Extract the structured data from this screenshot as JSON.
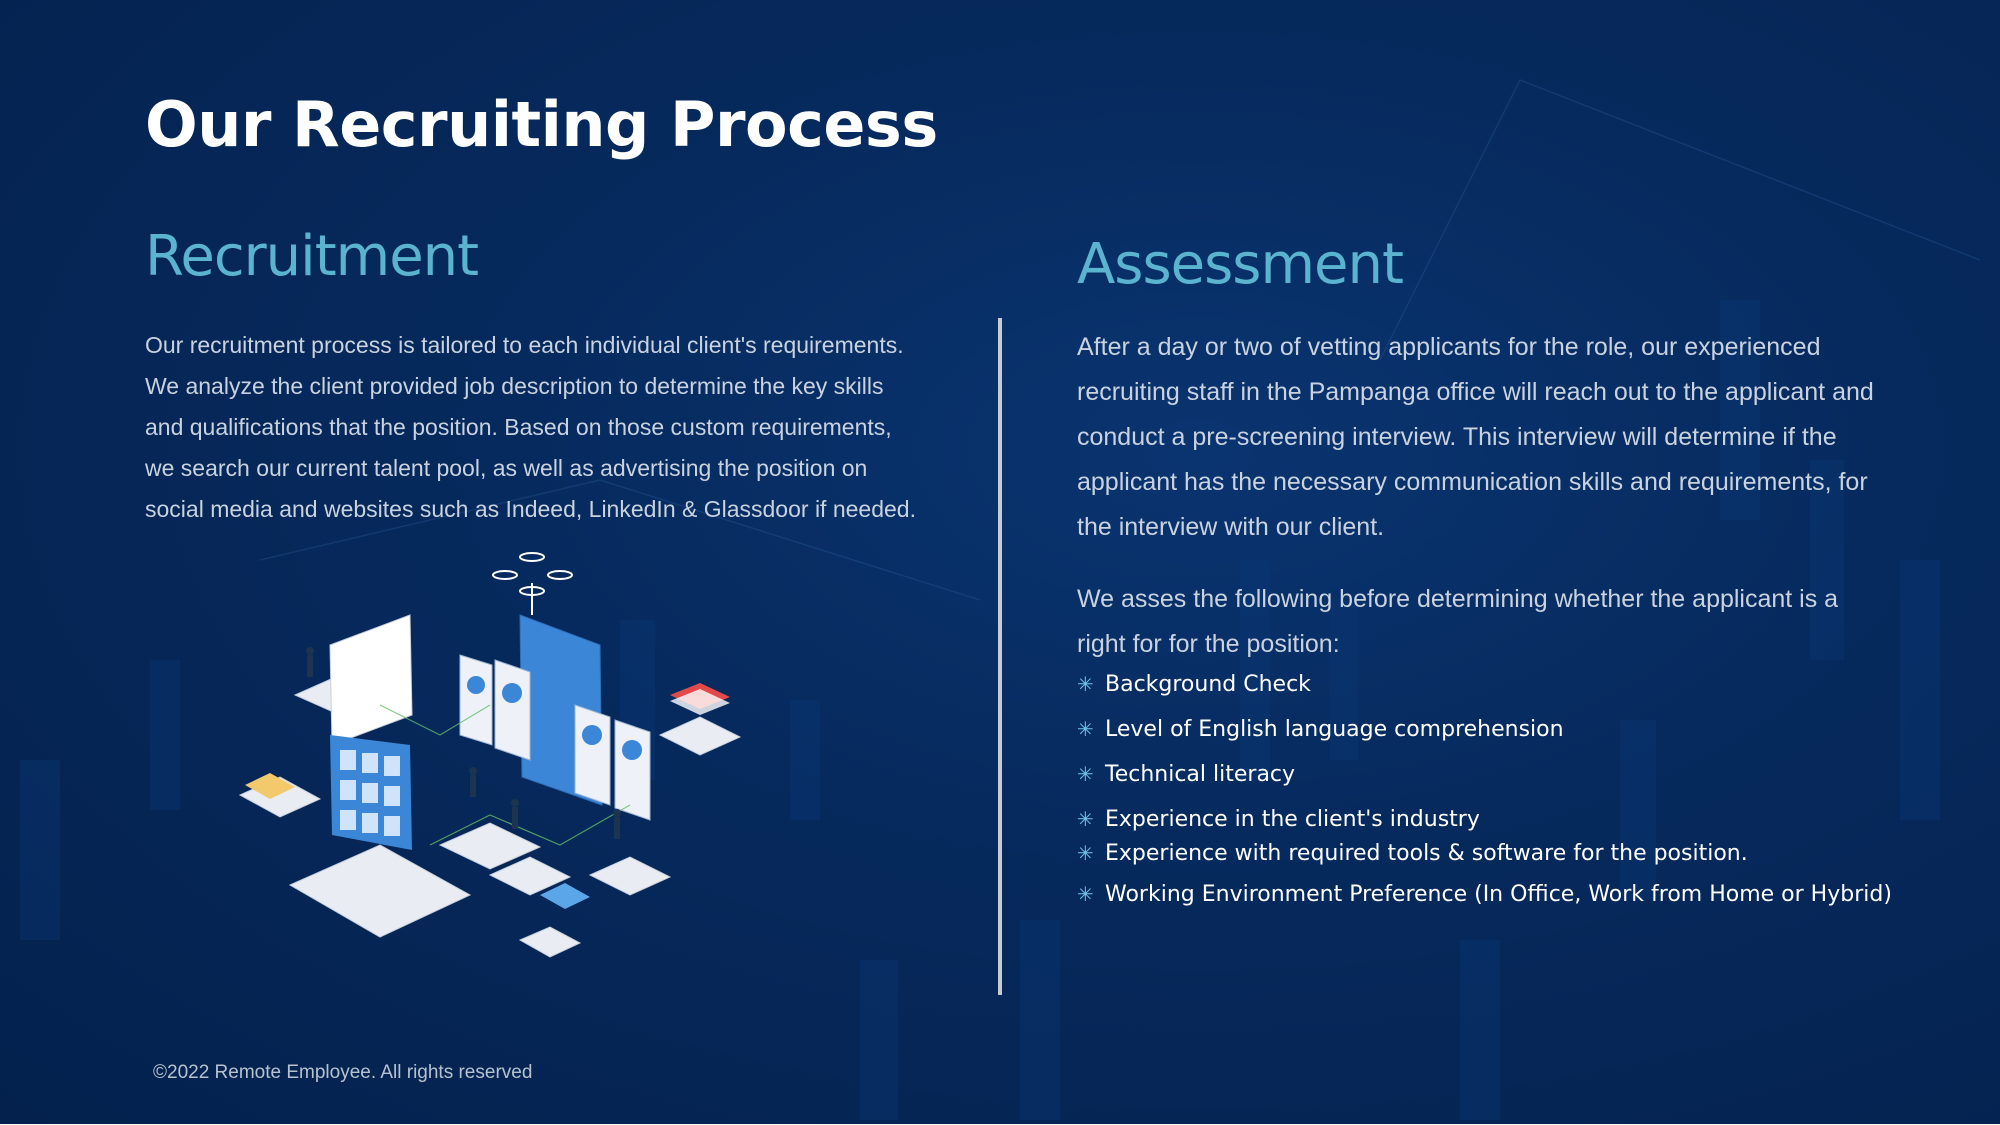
{
  "title": "Our Recruiting Process",
  "recruitment": {
    "heading": "Recruitment",
    "text": "Our recruitment process is tailored to each individual client's requirements. We analyze the client provided job description to determine the key skills and qualifications that the position. Based on those custom requirements, we search our current talent pool, as well as advertising the position on social media and websites such as Indeed, LinkedIn & Glassdoor if needed."
  },
  "assessment": {
    "heading": "Assessment",
    "text1": "After a day or two of vetting applicants for the role, our experienced recruiting staff in the Pampanga office will reach out to the applicant and conduct a pre-screening interview. This interview will determine if the applicant has the necessary communication skills and requirements, for the interview with our client.",
    "text2": "We asses the following before determining whether the applicant is a right for for the position:",
    "bullets": [
      "Background Check",
      "Level of English language comprehension",
      "Technical literacy",
      "Experience in the client's industry",
      "Experience with required tools & software for the position.",
      "Working Environment Preference (In Office, Work from Home or Hybrid)"
    ]
  },
  "footer": "©2022 Remote Employee. All rights reserved",
  "colors": {
    "background": "#06295c",
    "heading_accent": "#5ab3cf",
    "body_text": "#c9d3df",
    "bullet_icon": "#6fc3e6"
  },
  "icons": {
    "bullet": "sparkle-bullet-icon",
    "illustration": "recruitment-isometric-illustration"
  }
}
